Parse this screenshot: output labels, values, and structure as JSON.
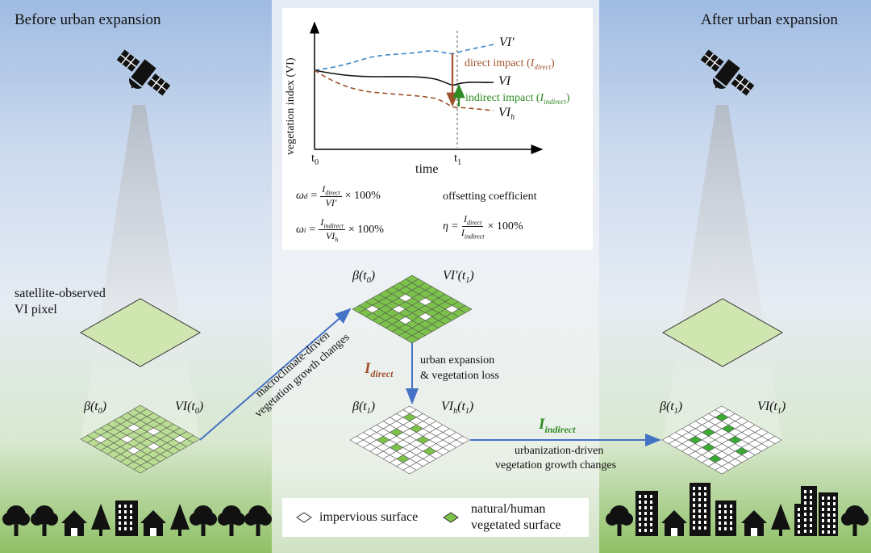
{
  "left_title": "Before urban expansion",
  "right_title": "After urban expansion",
  "pixel_label_line1": "satellite-observed",
  "pixel_label_line2": "VI pixel",
  "chart": {
    "ylabel": "vegetation index (VI)",
    "xlabel": "time",
    "t0": "t",
    "t0_sub": "0",
    "t1": "t",
    "t1_sub": "1",
    "vi_prime": "VI′",
    "vi": "VI",
    "vi_h": "VI",
    "vi_h_sub": "h",
    "direct_label": "direct impact (",
    "direct_sym": "I",
    "direct_sub": "direct",
    "indirect_label": "indirect impact (",
    "indirect_sym": "I",
    "indirect_sub": "indirect",
    "close_paren": ")"
  },
  "formulas": {
    "omega_d_lhs": "ω",
    "omega_d_sub": "d",
    "omega_d_num": "I",
    "omega_d_num_sub": "direct",
    "omega_d_den": "VI′",
    "omega_i_lhs": "ω",
    "omega_i_sub": "i",
    "omega_i_num": "I",
    "omega_i_num_sub": "indirect",
    "omega_i_den": "VI",
    "omega_i_den_sub": "h",
    "times100": "× 100%",
    "offset_title": "offsetting coefficient",
    "eta": "η",
    "eta_num": "I",
    "eta_num_sub": "direct",
    "eta_den": "I",
    "eta_den_sub": "indirect"
  },
  "grids": {
    "beta_t0": "β(t",
    "beta_t1": "β(t",
    "vi_t0": "VI(t",
    "vi_prime_t1": "VI′(t",
    "vih_t1": "VI",
    "vi_t1": "VI(t",
    "sub0": "0",
    "sub1": "1",
    "close": ")",
    "sub_h": "h"
  },
  "arrows": {
    "macro_line1": "macroclimate-driven",
    "macro_line2": "vegetation growth changes",
    "urban_line1": "urban expansion",
    "urban_line2": "& vegetation loss",
    "i_direct_sym": "I",
    "i_direct_sub": "direct",
    "i_indirect_sym": "I",
    "i_indirect_sub": "indirect",
    "urbanization_line1": "urbanization-driven",
    "urbanization_line2": "vegetation growth changes"
  },
  "legend": {
    "impervious": "impervious surface",
    "vegetated_line1": "natural/human",
    "vegetated_line2": "vegetated surface"
  },
  "colors": {
    "direct": "#a0522d",
    "indirect": "#2e8b22",
    "blue_line": "#3b87c8",
    "arrow_blue": "#4472c4",
    "grid_green": "#7cc24a",
    "light_green": "#b9dd92",
    "dark_green": "#3aaa35"
  },
  "icons": [
    "satellite-icon",
    "tree-icon",
    "house-icon",
    "pine-tree-icon",
    "building-icon"
  ]
}
